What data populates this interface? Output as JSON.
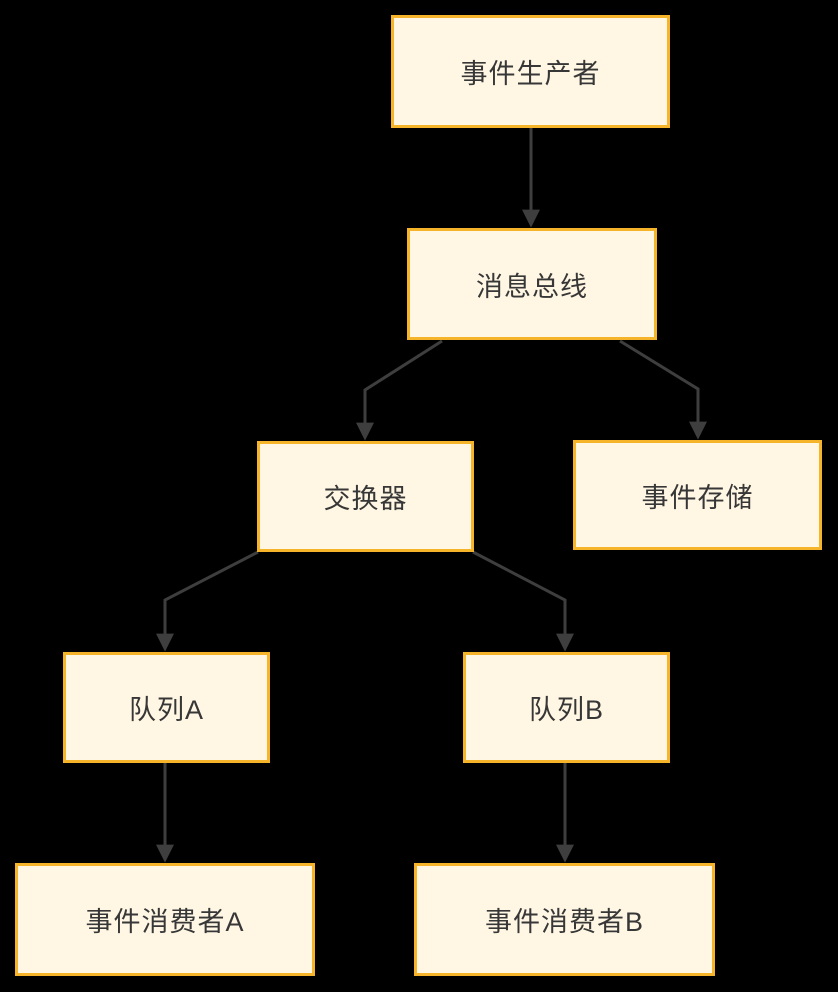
{
  "diagram": {
    "type": "flowchart",
    "background": "#000000",
    "colors": {
      "node_fill": "#FFF7E4",
      "node_border": "#F5B429",
      "node_text": "#373737",
      "edge": "#3E3E3E"
    },
    "nodes": [
      {
        "id": "event-producer",
        "label": "事件生产者"
      },
      {
        "id": "message-bus",
        "label": "消息总线"
      },
      {
        "id": "exchange",
        "label": "交换器"
      },
      {
        "id": "event-store",
        "label": "事件存储"
      },
      {
        "id": "queue-a",
        "label": "队列A"
      },
      {
        "id": "queue-b",
        "label": "队列B"
      },
      {
        "id": "event-consumer-a",
        "label": "事件消费者A"
      },
      {
        "id": "event-consumer-b",
        "label": "事件消费者B"
      }
    ],
    "edges": [
      {
        "from": "event-producer",
        "to": "message-bus"
      },
      {
        "from": "message-bus",
        "to": "exchange"
      },
      {
        "from": "message-bus",
        "to": "event-store"
      },
      {
        "from": "exchange",
        "to": "queue-a"
      },
      {
        "from": "exchange",
        "to": "queue-b"
      },
      {
        "from": "queue-a",
        "to": "event-consumer-a"
      },
      {
        "from": "queue-b",
        "to": "event-consumer-b"
      }
    ]
  }
}
